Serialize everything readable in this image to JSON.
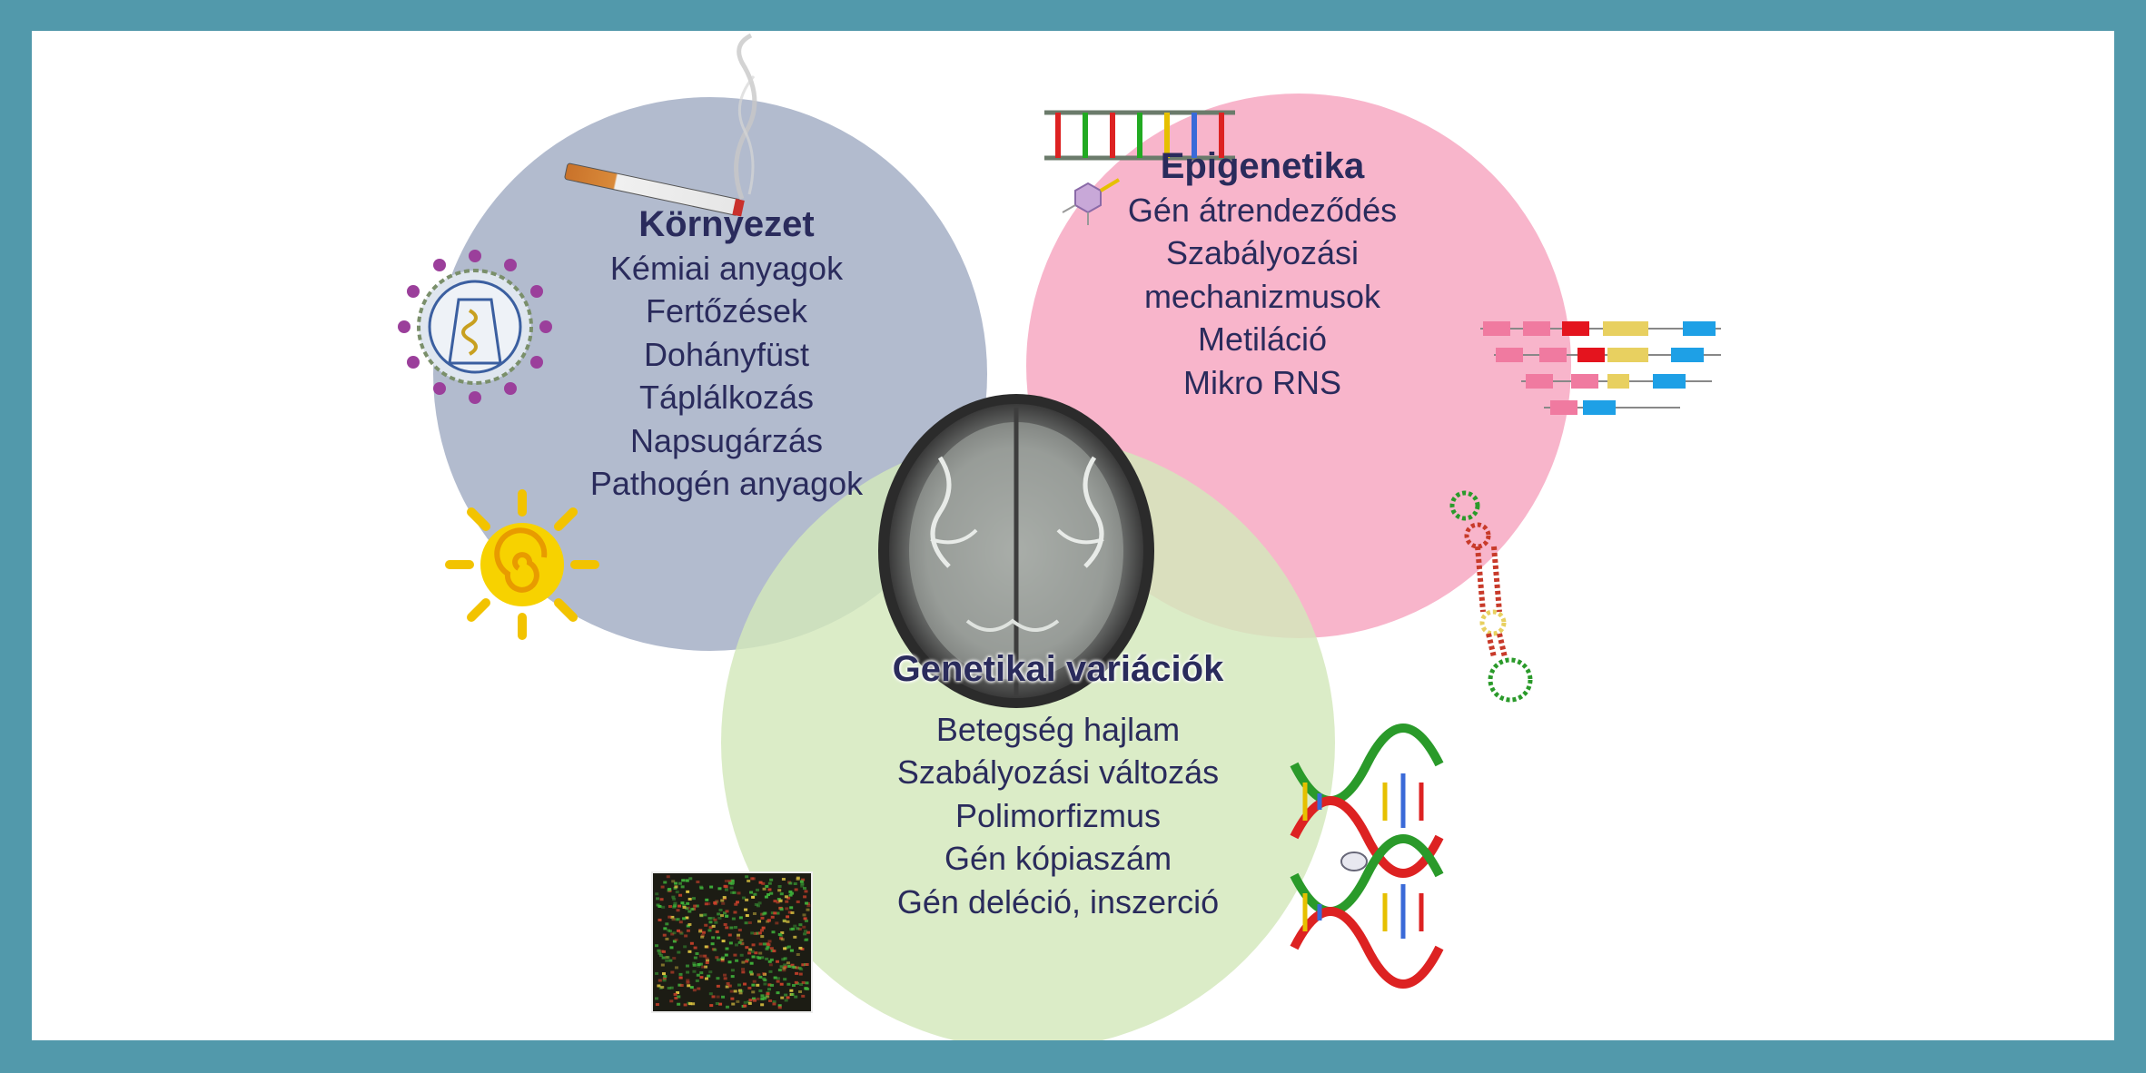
{
  "colors": {
    "frame": "#5299ab",
    "environment_circle": "#a5afc6",
    "epigenetics_circle": "#f7a5bf",
    "genetics_circle": "#d3e8bb",
    "text": "#2a2b5c"
  },
  "circles": {
    "environment": {
      "title": "Környezet",
      "items": [
        "Kémiai anyagok",
        "Fertőzések",
        "Dohányfüst",
        "Táplálkozás",
        "Napsugárzás",
        "Pathogén anyagok"
      ]
    },
    "epigenetics": {
      "title": "Epigenetika",
      "items": [
        "Gén átrendeződés",
        "Szabályozási",
        "mechanizmusok",
        "Metiláció",
        "Mikro RNS"
      ]
    },
    "genetics": {
      "title": "Genetikai variációk",
      "items": [
        "Betegség hajlam",
        "Szabályozási változás",
        "Polimorfizmus",
        "Gén kópiaszám",
        "Gén deléció, inszerció"
      ]
    }
  },
  "icons": [
    "cigarette-icon",
    "virus-icon",
    "sun-icon",
    "dna-ladder-icon",
    "molecule-icon",
    "gene-exon-map-icon",
    "rna-hairpin-icon",
    "dna-helix-icon",
    "microarray-icon",
    "brain-mri-icon"
  ]
}
